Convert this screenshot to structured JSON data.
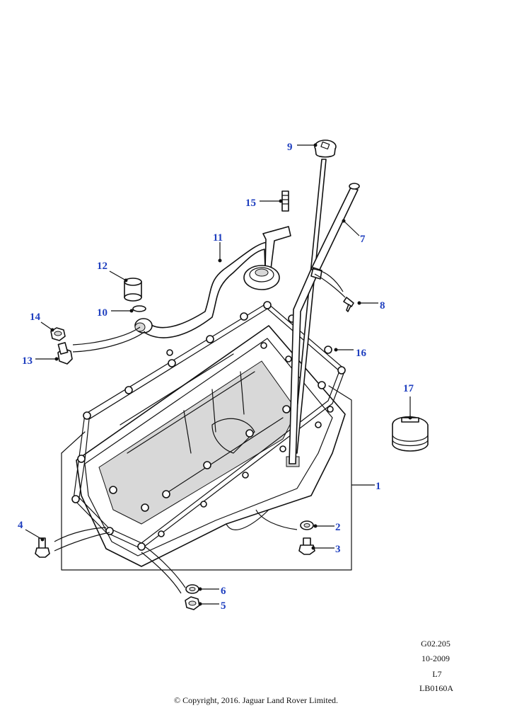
{
  "callouts": {
    "c1": "1",
    "c2": "2",
    "c3": "3",
    "c4": "4",
    "c5": "5",
    "c6": "6",
    "c7": "7",
    "c8": "8",
    "c9": "9",
    "c10": "10",
    "c11": "11",
    "c12": "12",
    "c13": "13",
    "c14": "14",
    "c15": "15",
    "c16": "16",
    "c17": "17"
  },
  "reference": {
    "group": "G02.205",
    "date": "10-2009",
    "code": "L7",
    "illustration": "LB0160A"
  },
  "copyright": "© Copyright, 2016. Jaguar Land Rover Limited.",
  "colors": {
    "callout": "#1f3fbf",
    "line": "#111111"
  }
}
